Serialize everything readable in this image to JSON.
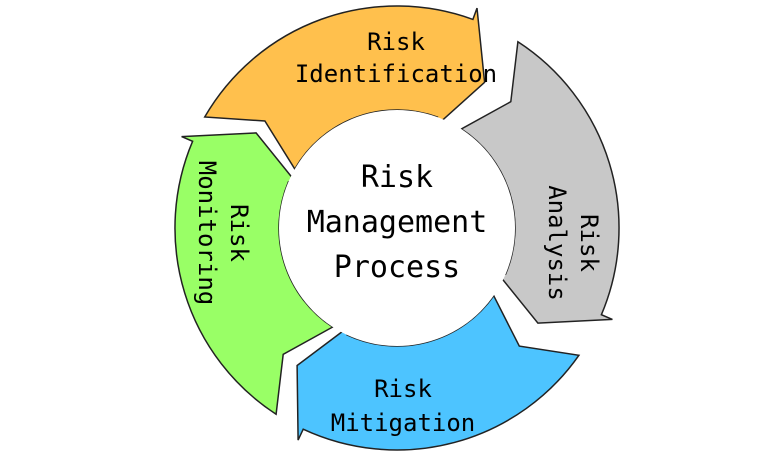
{
  "center": {
    "lines": [
      "Risk",
      "Management",
      "Process"
    ]
  },
  "stages": [
    {
      "id": "identification",
      "lines": [
        "Risk",
        "Identification"
      ],
      "color": "#FFC04D"
    },
    {
      "id": "analysis",
      "lines": [
        "Risk",
        "Analysis"
      ],
      "color": "#C8C8C8"
    },
    {
      "id": "mitigation",
      "lines": [
        "Risk",
        "Mitigation"
      ],
      "color": "#4DC4FF"
    },
    {
      "id": "monitoring",
      "lines": [
        "Risk",
        "Monitoring"
      ],
      "color": "#99FF66"
    }
  ]
}
